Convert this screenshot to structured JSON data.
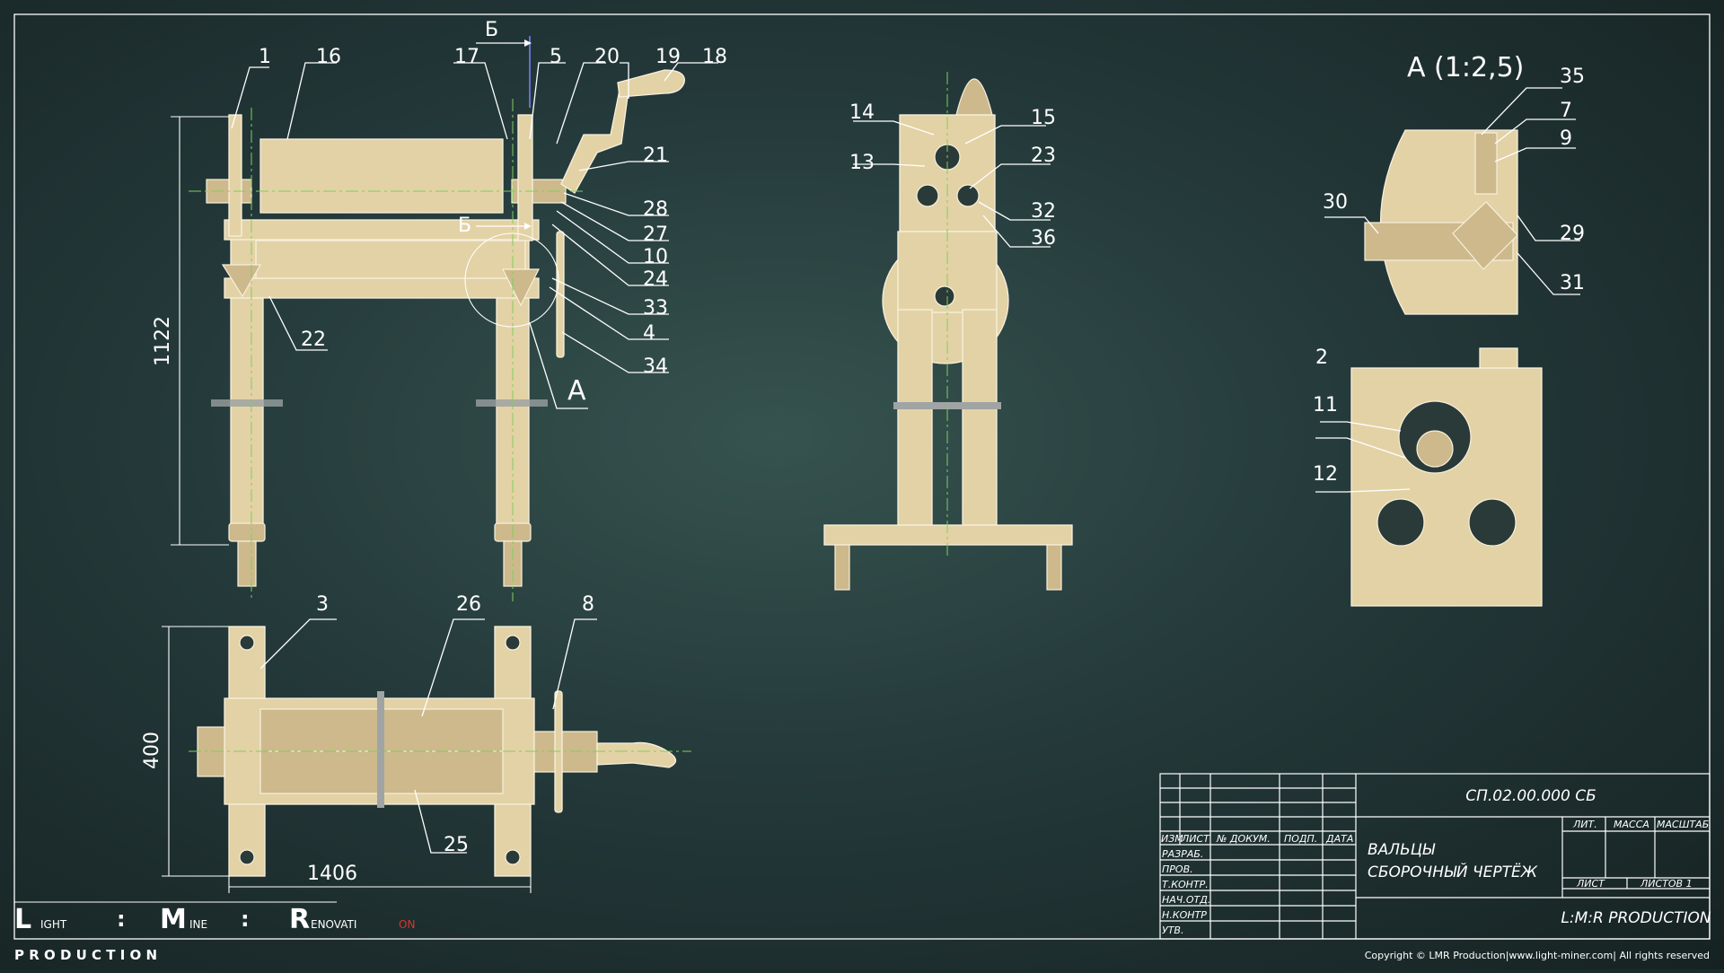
{
  "callouts": {
    "c1": "1",
    "c16": "16",
    "c17": "17",
    "c5": "5",
    "c20": "20",
    "c19": "19",
    "c18": "18",
    "c21": "21",
    "c28": "28",
    "c27": "27",
    "c10": "10",
    "c24": "24",
    "c33": "33",
    "c4": "4",
    "c34": "34",
    "c22": "22",
    "cA": "А",
    "cB1": "Б",
    "cB2": "Б",
    "c14": "14",
    "c15": "15",
    "c13": "13",
    "c23": "23",
    "c32": "32",
    "c36": "36",
    "c35": "35",
    "c7": "7",
    "c9": "9",
    "c30": "30",
    "c29": "29",
    "c31": "31",
    "c2": "2",
    "c11": "11",
    "c12": "12",
    "c3": "3",
    "c26": "26",
    "c8": "8",
    "c25": "25"
  },
  "detail_title": "А (1:2,5)",
  "dimensions": {
    "height": "1122",
    "width": "400",
    "length": "1406"
  },
  "title_block": {
    "doc_number": "СП.02.00.000 СБ",
    "name_line1": "ВАЛЬЦЫ",
    "name_line2": "СБОРОЧНЫЙ ЧЕРТЁЖ",
    "col_izm": "ИЗМ",
    "col_list": "ЛИСТ",
    "col_doc": "№ ДОКУМ.",
    "col_sign": "ПОДП.",
    "col_date": "ДАТА",
    "rows": [
      "РАЗРАБ.",
      "ПРОВ.",
      "Т.КОНТР.",
      "НАЧ.ОТД.",
      "Н.КОНТР",
      "УТВ."
    ],
    "lit": "ЛИТ.",
    "mass": "МАССА",
    "scale": "МАСШТАБ",
    "sheet": "ЛИСТ",
    "sheets": "ЛИСТОВ 1",
    "company": "L:M:R PRODUCTION"
  },
  "logo": {
    "l_letter": "L",
    "l_rest": "IGHT",
    "m_letter": "M",
    "m_rest": "INE",
    "r_letter": "R",
    "r_rest": "ENOVATI",
    "r_tail": "ON",
    "production": "P R O D U C T I O N"
  },
  "copyright": "Copyright © LMR Production|www.light-miner.com| All rights reserved",
  "colors": {
    "part": "#e3d2a6",
    "line": "#ffffff",
    "axis": "#7fcf5a",
    "accent": "#d9362b"
  }
}
